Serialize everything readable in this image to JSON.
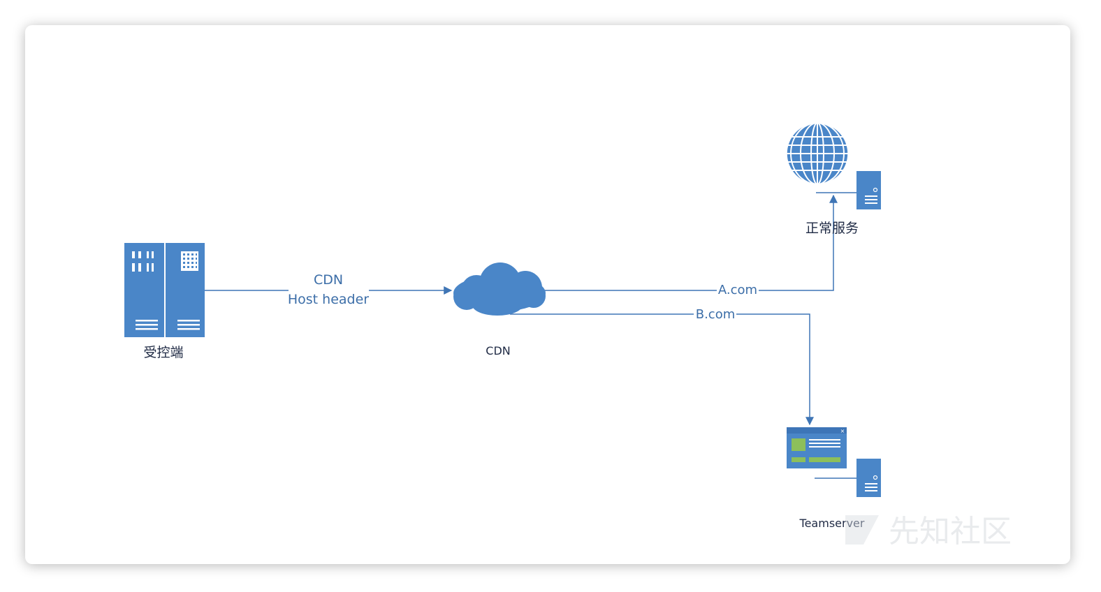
{
  "diagram": {
    "nodes": {
      "client": {
        "label": "受控端",
        "icon": "server-rack-icon"
      },
      "cdn": {
        "label": "CDN",
        "icon": "cloud-icon"
      },
      "normal_service": {
        "label": "正常服务",
        "icon": "globe-server-icon"
      },
      "teamserver": {
        "label": "Teamserver",
        "icon": "web-server-icon"
      }
    },
    "edges": {
      "client_to_cdn": {
        "label_line1": "CDN",
        "label_line2": "Host header"
      },
      "cdn_to_normal": {
        "label": "A.com"
      },
      "cdn_to_teamserver": {
        "label": "B.com"
      }
    },
    "watermark": "先知社区"
  },
  "colors": {
    "icon_blue": "#4a86c8",
    "line_blue": "#3f75b5",
    "green": "#8dbf5a"
  }
}
